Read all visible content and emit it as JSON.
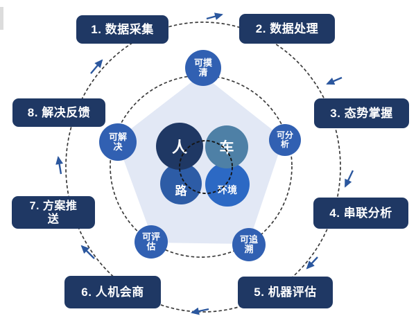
{
  "diagram": {
    "type": "circular-flow-diagram",
    "steps": [
      {
        "label": "1. 数据采集",
        "line1": "1. 数据采集"
      },
      {
        "label": "2. 数据处理",
        "line1": "2. 数据处理"
      },
      {
        "label": "3. 态势掌握",
        "line1": "3. 态势掌握"
      },
      {
        "label": "4. 串联分析",
        "line1": "4. 串联分析"
      },
      {
        "label": "5. 机器评估",
        "line1": "5. 机器评估"
      },
      {
        "label": "6. 人机会商",
        "line1": "6. 人机会商"
      },
      {
        "label": "7. 方案推送",
        "line1": "7. 方案推",
        "line2": "送"
      },
      {
        "label": "8. 解决反馈",
        "line1": "8. 解决反馈"
      }
    ],
    "capabilities": [
      {
        "label": "可摸清",
        "line1": "可摸",
        "line2": "清"
      },
      {
        "label": "可分析",
        "line1": "可分",
        "line2": "析"
      },
      {
        "label": "可追溯",
        "line1": "可追",
        "line2": "溯"
      },
      {
        "label": "可评估",
        "line1": "可评",
        "line2": "估"
      },
      {
        "label": "可解决",
        "line1": "可解",
        "line2": "决"
      }
    ],
    "core_elements": [
      {
        "label": "人"
      },
      {
        "label": "车"
      },
      {
        "label": "路"
      },
      {
        "label": "环境"
      }
    ],
    "colors": {
      "step_box": "#1F3864",
      "person_circle": "#1F3864",
      "vehicle_circle": "#4E80A6",
      "road_circle": "#2D5CA6",
      "environment_circle": "#2C69C4",
      "capability_circle": "#3160B2",
      "pentagon_fill": "#E2E8F5",
      "dash_stroke": "#3A3A3A",
      "arrow": "#2B579E",
      "text": "#FFFFFF"
    }
  }
}
